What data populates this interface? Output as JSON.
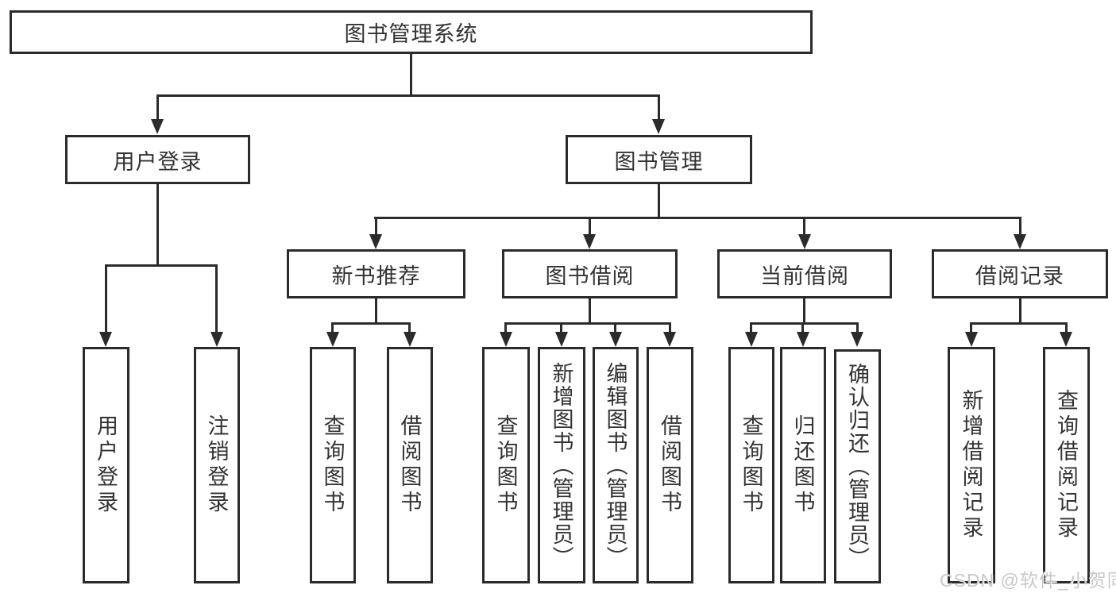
{
  "diagram": {
    "root": {
      "label": "图书管理系统"
    },
    "branches": [
      {
        "label": "用户登录",
        "leaves": [
          {
            "label": "用户登录"
          },
          {
            "label": "注销登录"
          }
        ]
      },
      {
        "label": "图书管理",
        "groups": [
          {
            "label": "新书推荐",
            "leaves": [
              {
                "label": "查询图书"
              },
              {
                "label": "借阅图书"
              }
            ]
          },
          {
            "label": "图书借阅",
            "leaves": [
              {
                "label": "查询图书"
              },
              {
                "label": "新增图书（管理员）"
              },
              {
                "label": "编辑图书（管理员）"
              },
              {
                "label": "借阅图书"
              }
            ]
          },
          {
            "label": "当前借阅",
            "leaves": [
              {
                "label": "查询图书"
              },
              {
                "label": "归还图书"
              },
              {
                "label": "确认归还（管理员）"
              }
            ]
          },
          {
            "label": "借阅记录",
            "leaves": [
              {
                "label": "新增借阅记录"
              },
              {
                "label": "查询借阅记录"
              }
            ]
          }
        ]
      }
    ]
  },
  "watermark": {
    "text": "CSDN @软件_小贺同学"
  },
  "colors": {
    "line": "#2b2b2b",
    "text": "#333333",
    "watermark": "#c8c8c8",
    "background": "#ffffff"
  }
}
